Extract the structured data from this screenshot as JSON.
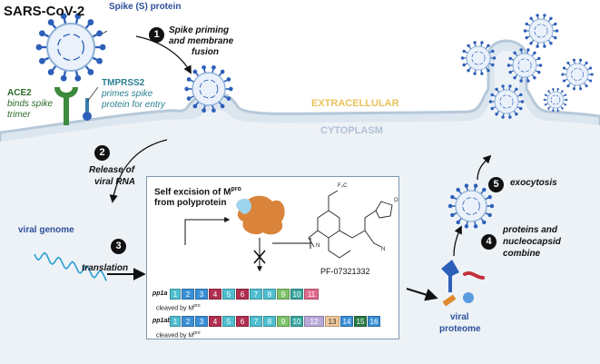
{
  "title": "SARS-CoV-2",
  "spike_label": "Spike (S) protein",
  "ace2": {
    "name": "ACE2",
    "desc_line1": "binds spike",
    "desc_line2": "trimer"
  },
  "tmprss2": {
    "name": "TMPRSS2",
    "desc_line1": "primes spike",
    "desc_line2": "protein for entry"
  },
  "regions": {
    "extracellular": "EXTRACELLULAR",
    "cytoplasm": "CYTOPLASM"
  },
  "steps": [
    {
      "num": "1",
      "line1": "Spike priming",
      "line2": "and membrane",
      "line3": "fusion"
    },
    {
      "num": "2",
      "line1": "Release of",
      "line2": "viral RNA"
    },
    {
      "num": "3",
      "label": "translation"
    },
    {
      "num": "4",
      "line1": "proteins and",
      "line2": "nucleocapsid",
      "line3": "combine"
    },
    {
      "num": "5",
      "label": "exocytosis"
    }
  ],
  "viral_genome": "viral genome",
  "mpro": {
    "line1": "Self excision of M",
    "sup": "pro",
    "line2": "from polyprotein"
  },
  "inhibitor": "PF-07321332",
  "pp1a": {
    "label": "pp1a",
    "cleaved": "cleaved by M",
    "cleaved_sup": "pro",
    "segments": [
      "1",
      "2",
      "3",
      "4",
      "5",
      "6",
      "7",
      "8",
      "9",
      "10",
      "11"
    ]
  },
  "pp1ab": {
    "label": "pp1ab",
    "cleaved": "cleaved by M",
    "cleaved_sup": "pro",
    "segments": [
      "1",
      "2",
      "3",
      "4",
      "5",
      "6",
      "7",
      "8",
      "9",
      "10",
      "12",
      "13",
      "14",
      "15",
      "16"
    ]
  },
  "viral_proteome": {
    "line1": "viral",
    "line2": "proteome"
  },
  "colors": {
    "membrane": "#dce6ef",
    "membrane_edge": "#b6c8d8",
    "extracellular_text": "#e8c35a",
    "cytoplasm_text": "#b8c6d6",
    "ace2": "#3c8a3c",
    "tmprss2_text": "#3a9fb0",
    "virus_spike": "#2d5fb8",
    "protease": "#d9843a",
    "label_blue": "#2d4f9a"
  }
}
